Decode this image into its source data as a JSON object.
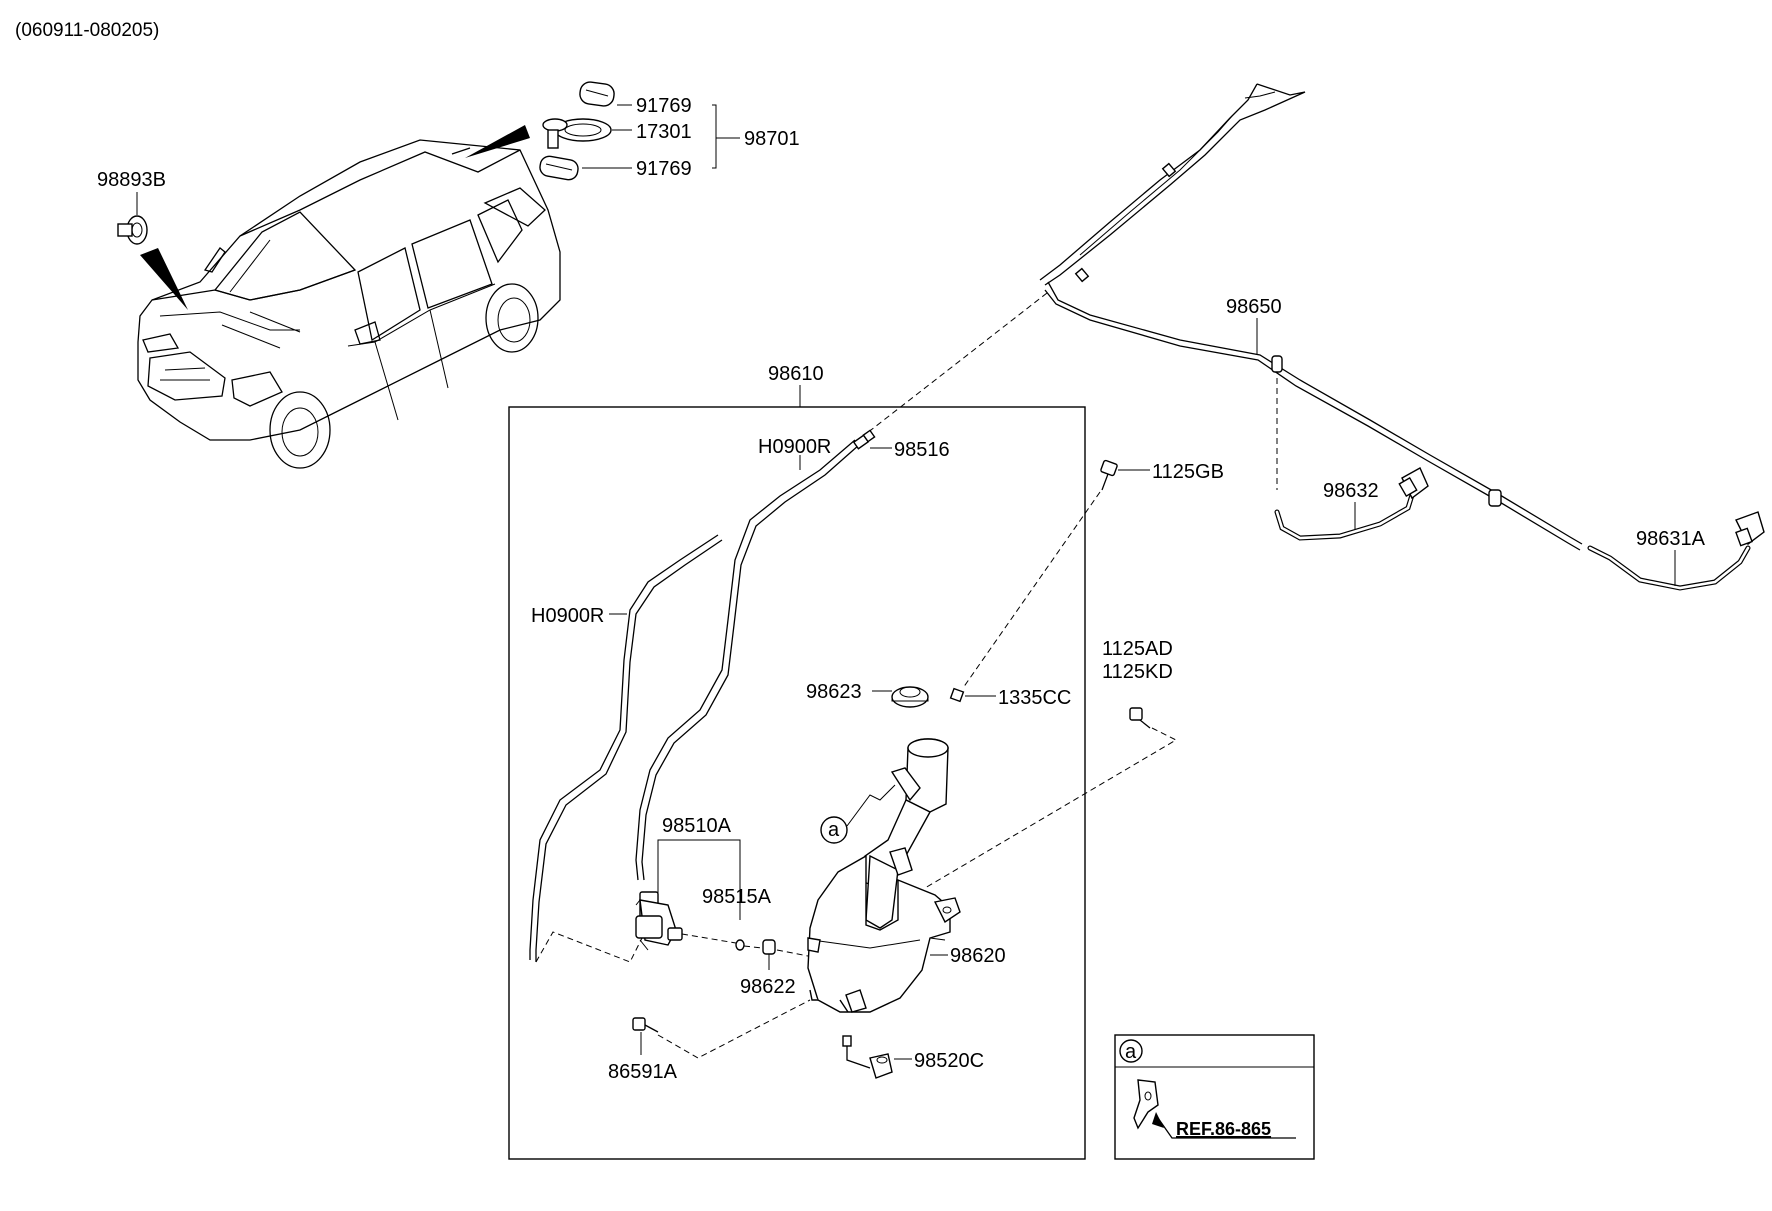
{
  "header": {
    "code": "(060911-080205)"
  },
  "labels": {
    "p91769_top": "91769",
    "p17301": "17301",
    "p98701": "98701",
    "p91769_bot": "91769",
    "p98893B": "98893B",
    "p98650": "98650",
    "p98610": "98610",
    "h0900r_top": "H0900R",
    "p98516": "98516",
    "p1125GB": "1125GB",
    "p98632": "98632",
    "p98631A": "98631A",
    "h0900r_left": "H0900R",
    "p1125AD": "1125AD",
    "p1125KD": "1125KD",
    "p98623": "98623",
    "p1335CC": "1335CC",
    "p98510A": "98510A",
    "p98515A": "98515A",
    "p98620": "98620",
    "p98622": "98622",
    "p98520C": "98520C",
    "p86591A": "86591A",
    "callout_a": "a"
  },
  "inset": {
    "marker": "a",
    "reference": "REF.86-865"
  }
}
